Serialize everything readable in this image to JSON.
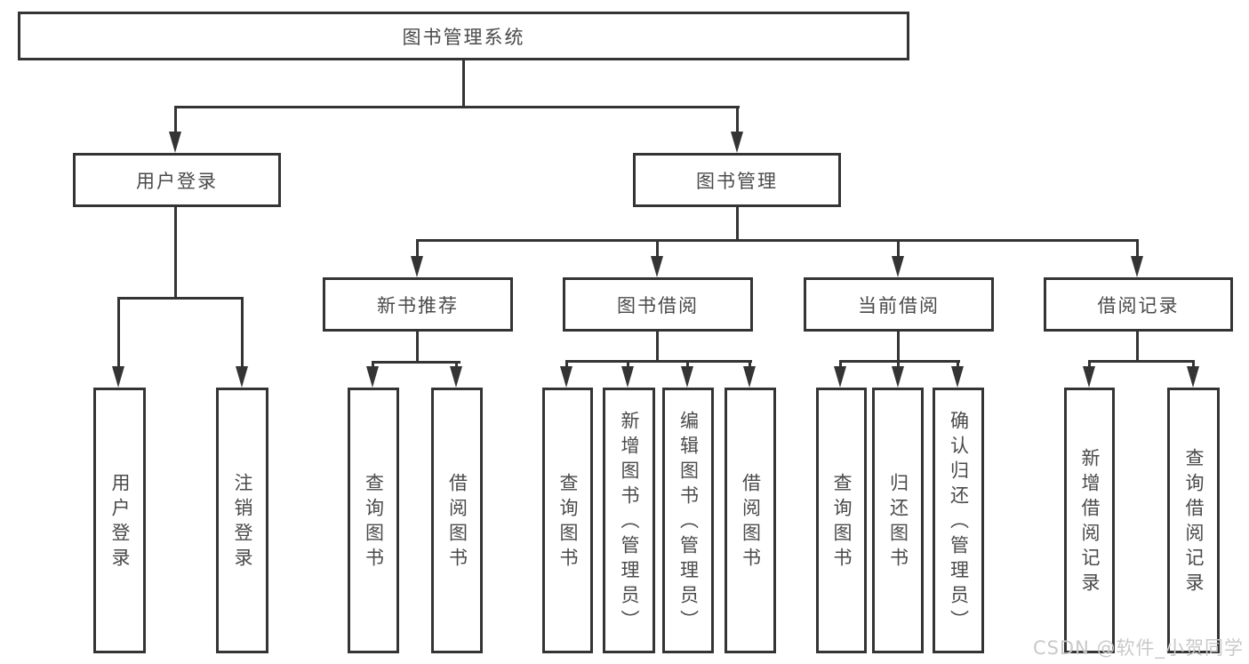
{
  "diagram_type": "hierarchy-tree",
  "colors": {
    "line": "#343434",
    "text": "#4a4a4a",
    "watermark": "#c9c9c9",
    "background": "#ffffff"
  },
  "watermark": "CSDN @软件_小贺同学",
  "tree": {
    "label": "图书管理系统",
    "children": [
      {
        "label": "用户登录",
        "children": [
          {
            "label": "用户登录"
          },
          {
            "label": "注销登录"
          }
        ]
      },
      {
        "label": "图书管理",
        "children": [
          {
            "label": "新书推荐",
            "children": [
              {
                "label": "查询图书"
              },
              {
                "label": "借阅图书"
              }
            ]
          },
          {
            "label": "图书借阅",
            "children": [
              {
                "label": "查询图书"
              },
              {
                "label": "新增图书（管理员）"
              },
              {
                "label": "编辑图书（管理员）"
              },
              {
                "label": "借阅图书"
              }
            ]
          },
          {
            "label": "当前借阅",
            "children": [
              {
                "label": "查询图书"
              },
              {
                "label": "归还图书"
              },
              {
                "label": "确认归还（管理员）"
              }
            ]
          },
          {
            "label": "借阅记录",
            "children": [
              {
                "label": "新增借阅记录"
              },
              {
                "label": "查询借阅记录"
              }
            ]
          }
        ]
      }
    ]
  }
}
